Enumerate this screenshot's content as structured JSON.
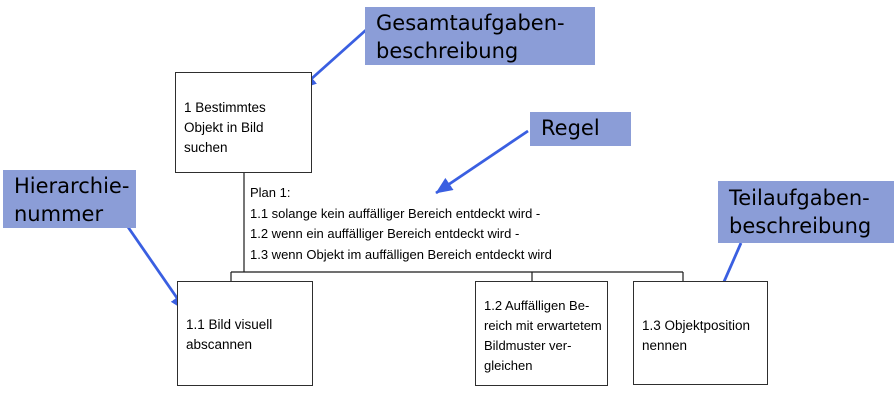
{
  "diagram": {
    "type": "hierarchical-task-analysis",
    "root_node": {
      "id": "1",
      "text": "1 Bestimmtes\nObjekt in Bild\nsuchen"
    },
    "plan": {
      "lines": [
        "Plan 1:",
        "1.1 solange kein auffälliger Bereich entdeckt wird -",
        "1.2 wenn ein auffälliger Bereich entdeckt wird -",
        "1.3 wenn Objekt im auffälligen Bereich entdeckt wird"
      ]
    },
    "subtasks": [
      {
        "id": "1.1",
        "text": "1.1 Bild visuell\nabscannen"
      },
      {
        "id": "1.2",
        "text": "1.2 Auffälligen Be-\nreich mit erwartetem\nBildmuster ver-\ngleichen"
      },
      {
        "id": "1.3",
        "text": "1.3 Objektposition\nnennen"
      }
    ],
    "callouts": {
      "gesamtaufgabe": {
        "text": "Gesamtaufgaben-\nbeschreibung"
      },
      "regel": {
        "text": "Regel"
      },
      "hierarchie": {
        "text": "Hierarchie-\nnummer"
      },
      "teilaufgabe": {
        "text": "Teilaufgaben-\nbeschreibung"
      }
    },
    "colors": {
      "callout_bg": "#8B9DD7",
      "arrow": "#3A5FE1",
      "connector": "#1a1a1a",
      "box_border": "#2e2e2e",
      "box_bg": "#ffffff",
      "text": "#000000",
      "background": "#ffffff"
    }
  }
}
